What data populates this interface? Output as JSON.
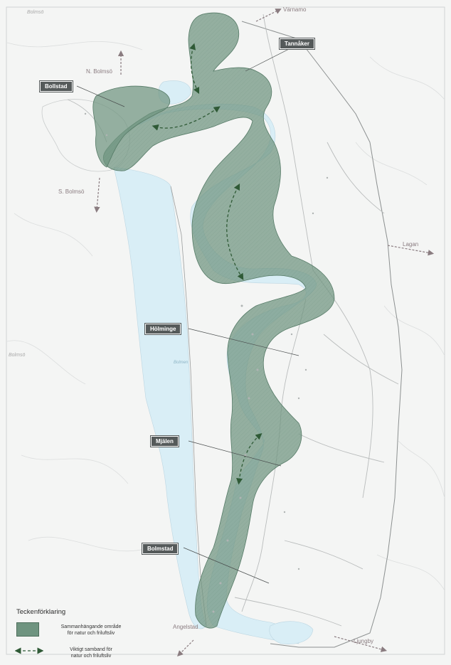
{
  "callouts": {
    "bollstad": "Bollstad",
    "tannaker": "Tannåker",
    "holminge": "Hölminge",
    "mjalen": "Mjälen",
    "bolmstad": "Bolmstad"
  },
  "directions": {
    "varnamo": "Värnamo",
    "n_bolmso": "N. Bolmsö",
    "s_bolmso": "S. Bolmsö",
    "lagan": "Lagan",
    "angelstad": "Angelstad",
    "ljungby": "Ljungby"
  },
  "place_labels": {
    "bolmso_left": "Bolmsö",
    "bolmso_top": "Bolmsö"
  },
  "water_labels": {
    "bolmen": "Bolmen"
  },
  "legend": {
    "title": "Teckenförklaring",
    "area_line1": "Sammanhängande område",
    "area_line2": "för natur och friluftsliv",
    "link_line1": "Viktigt samband för",
    "link_line2": "natur och friluftsliv"
  },
  "colors": {
    "land": "#f4f5f4",
    "lake": "#d9eef6",
    "green_area": "#6f9480",
    "link_arrow": "#2f5a36",
    "direction_arrow": "#8a7c80",
    "callout_bg": "#555a5a"
  }
}
